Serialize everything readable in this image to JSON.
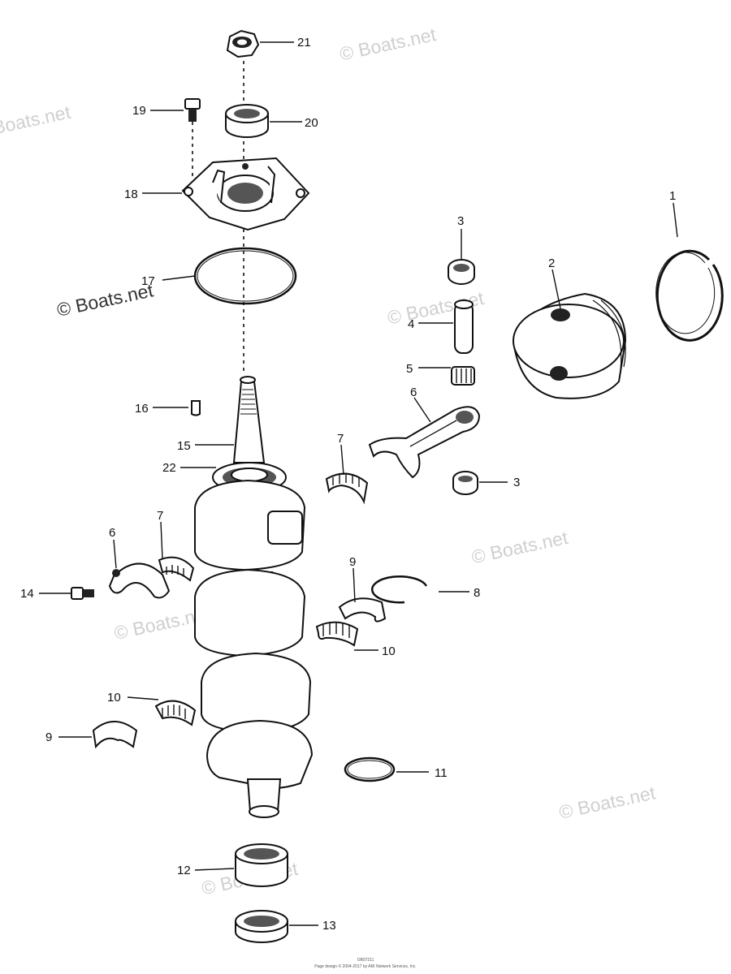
{
  "watermark": {
    "text": "© Boats.net"
  },
  "callouts": {
    "c1": "1",
    "c2": "2",
    "c3a": "3",
    "c3b": "3",
    "c4": "4",
    "c5": "5",
    "c6a": "6",
    "c6b": "6",
    "c7a": "7",
    "c7b": "7",
    "c8": "8",
    "c9a": "9",
    "c9b": "9",
    "c10a": "10",
    "c10b": "10",
    "c11": "11",
    "c12": "12",
    "c13": "13",
    "c14": "14",
    "c15": "15",
    "c16": "16",
    "c17": "17",
    "c18": "18",
    "c19": "19",
    "c20": "20",
    "c21": "21",
    "c22": "22"
  },
  "footer": {
    "code": "OB07211",
    "copyright": "Page design © 2004-2017 by ARI Network Services, Inc."
  }
}
